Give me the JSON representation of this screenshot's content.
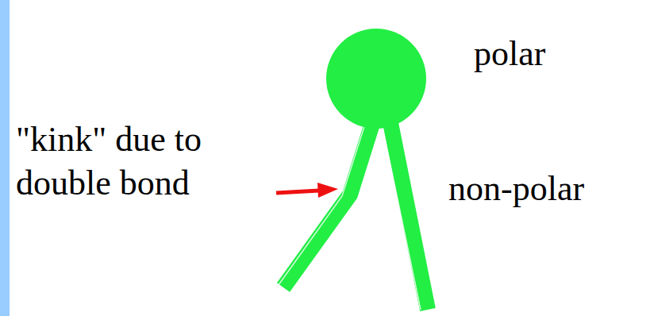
{
  "diagram": {
    "labels": [
      "polar",
      "\"kink\" due to double bond",
      "non-polar"
    ]
  }
}
